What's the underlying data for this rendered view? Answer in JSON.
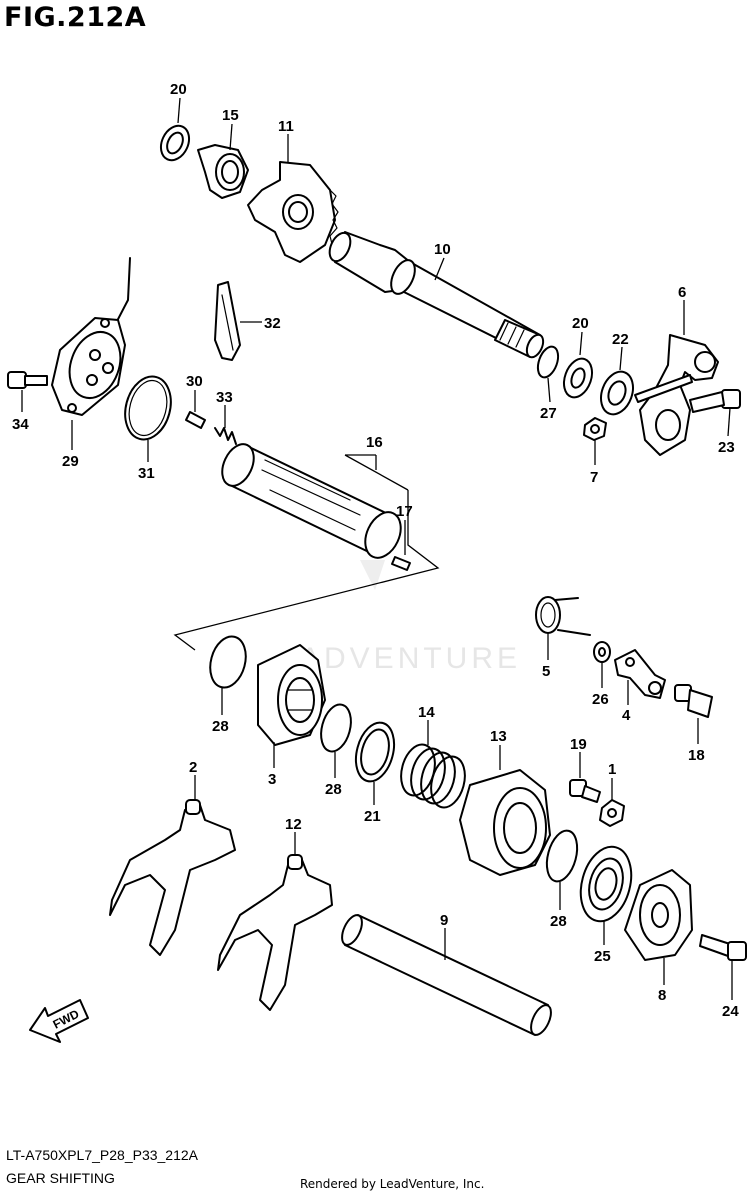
{
  "figure": {
    "title": "FIG.212A",
    "code": "LT-A750XPL7_P28_P33_212A",
    "name": "GEAR SHIFTING",
    "rendered_by": "Rendered by LeadVenture, Inc.",
    "watermark": "ADVENTURE",
    "direction_label": "FWD"
  },
  "callouts": [
    "20",
    "15",
    "11",
    "10",
    "32",
    "6",
    "20",
    "22",
    "34",
    "29",
    "31",
    "30",
    "33",
    "27",
    "23",
    "7",
    "16",
    "17",
    "5",
    "26",
    "4",
    "18",
    "28",
    "3",
    "14",
    "13",
    "19",
    "1",
    "2",
    "28",
    "21",
    "12",
    "28",
    "9",
    "25",
    "8",
    "24"
  ]
}
